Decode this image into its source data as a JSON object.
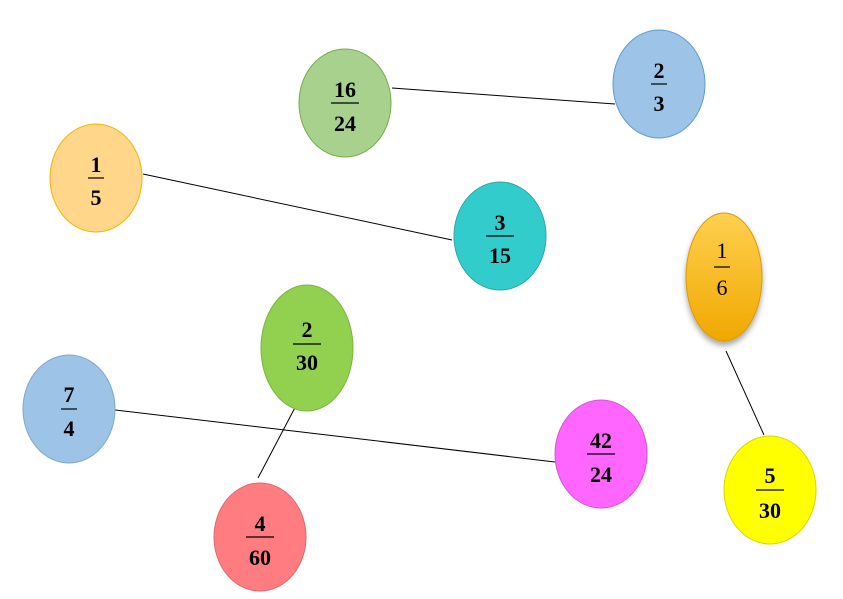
{
  "fractions": [
    {
      "id": "16-24",
      "numerator": "16",
      "denominator": "24",
      "color": "#a9d18e",
      "border": "#70ad47"
    },
    {
      "id": "2-3",
      "numerator": "2",
      "denominator": "3",
      "color": "#9dc3e6",
      "border": "#5b9bd5"
    },
    {
      "id": "1-5",
      "numerator": "1",
      "denominator": "5",
      "color": "#ffd68a",
      "border": "#f4b400"
    },
    {
      "id": "3-15",
      "numerator": "3",
      "denominator": "15",
      "color": "#33cccc",
      "border": "#2aa6a6"
    },
    {
      "id": "1-6",
      "numerator": "1",
      "denominator": "6",
      "color": "#ffc000",
      "border": "#d99a00"
    },
    {
      "id": "2-30",
      "numerator": "2",
      "denominator": "30",
      "color": "#92d050",
      "border": "#7ab33e"
    },
    {
      "id": "7-4",
      "numerator": "7",
      "denominator": "4",
      "color": "#9dc3e6",
      "border": "#7ea6cc"
    },
    {
      "id": "42-24",
      "numerator": "42",
      "denominator": "24",
      "color": "#ff66ff",
      "border": "#d94fd9"
    },
    {
      "id": "5-30",
      "numerator": "5",
      "denominator": "30",
      "color": "#ffff00",
      "border": "#d6d600"
    },
    {
      "id": "4-60",
      "numerator": "4",
      "denominator": "60",
      "color": "#ff7c80",
      "border": "#e0686c"
    }
  ],
  "connections": [
    {
      "from": "16-24",
      "to": "2-3"
    },
    {
      "from": "1-5",
      "to": "3-15"
    },
    {
      "from": "7-4",
      "to": "42-24"
    },
    {
      "from": "2-30",
      "to": "4-60"
    },
    {
      "from": "1-6",
      "to": "5-30"
    }
  ]
}
